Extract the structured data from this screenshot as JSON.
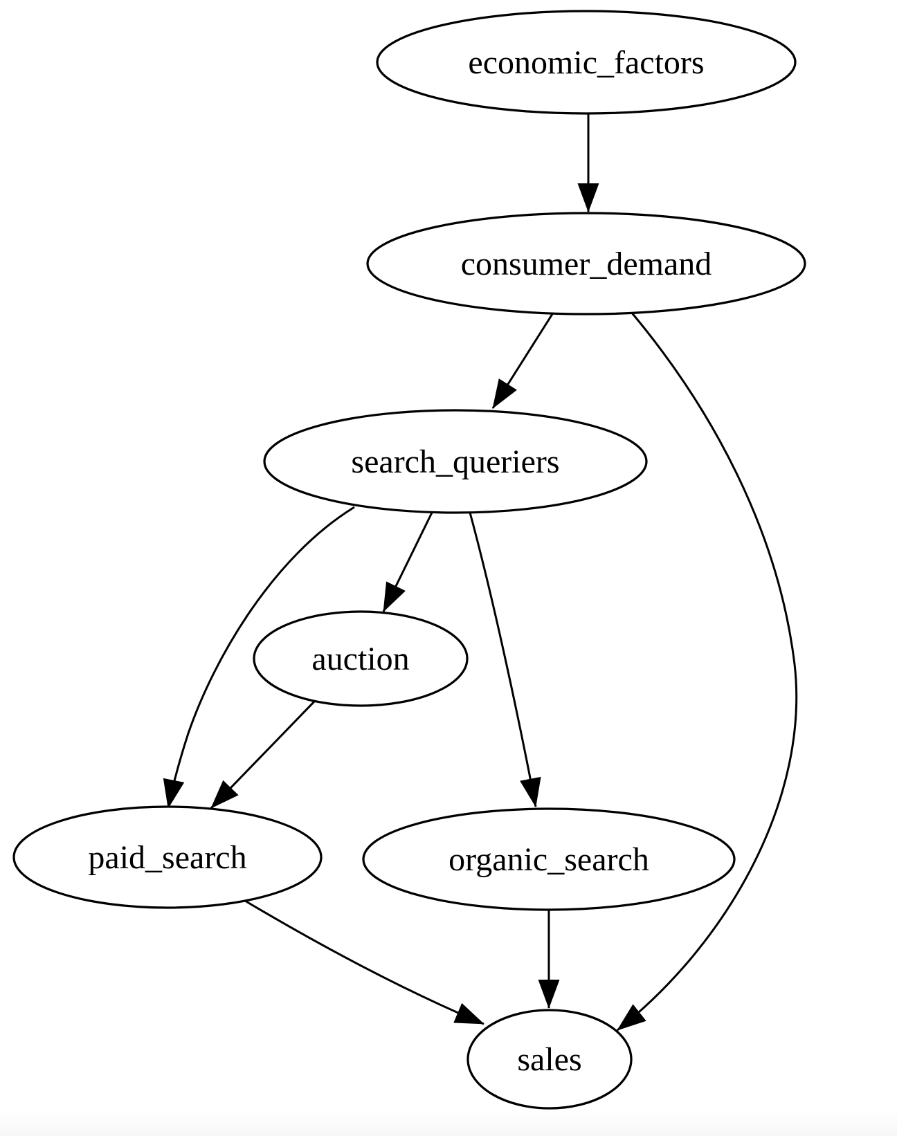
{
  "diagram": {
    "type": "directed-graph",
    "background_color": "#ffffff",
    "node_fill_color": "#ffffff",
    "stroke_color": "#000000",
    "footer_strip_color": "#f7f7f7",
    "nodes": {
      "economic_factors": {
        "label": "economic_factors"
      },
      "consumer_demand": {
        "label": "consumer_demand"
      },
      "search_queriers": {
        "label": "search_queriers"
      },
      "auction": {
        "label": "auction"
      },
      "paid_search": {
        "label": "paid_search"
      },
      "organic_search": {
        "label": "organic_search"
      },
      "sales": {
        "label": "sales"
      }
    },
    "edges": [
      {
        "from": "economic_factors",
        "to": "consumer_demand"
      },
      {
        "from": "consumer_demand",
        "to": "search_queriers"
      },
      {
        "from": "consumer_demand",
        "to": "sales"
      },
      {
        "from": "search_queriers",
        "to": "auction"
      },
      {
        "from": "search_queriers",
        "to": "paid_search"
      },
      {
        "from": "search_queriers",
        "to": "organic_search"
      },
      {
        "from": "auction",
        "to": "paid_search"
      },
      {
        "from": "paid_search",
        "to": "sales"
      },
      {
        "from": "organic_search",
        "to": "sales"
      }
    ]
  }
}
